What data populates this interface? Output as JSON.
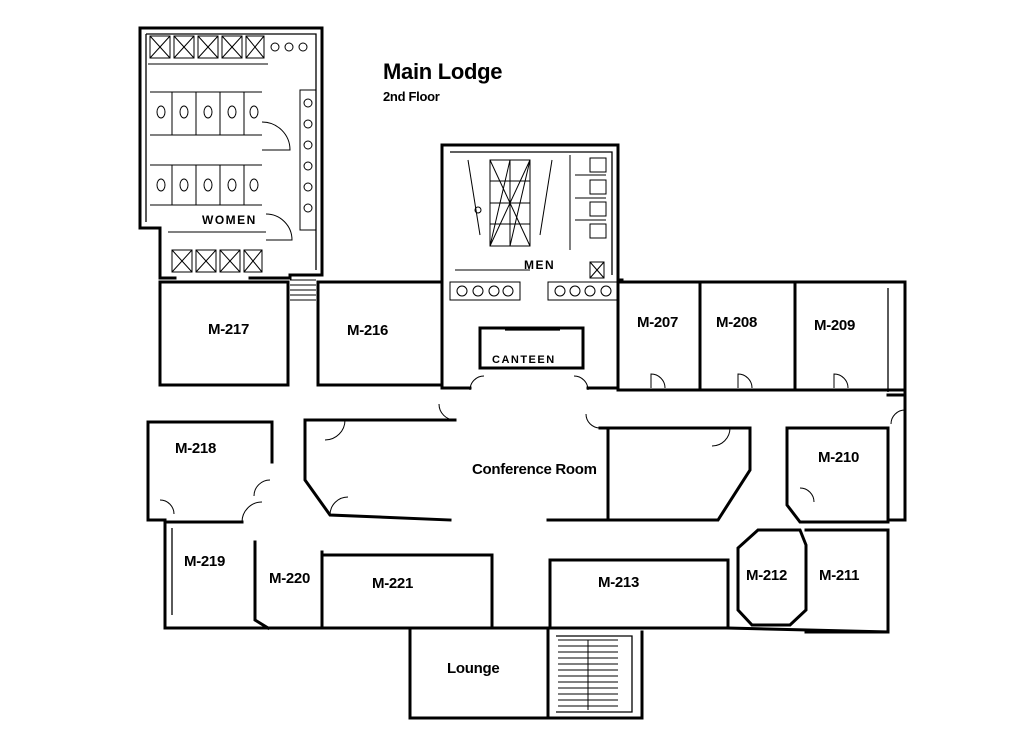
{
  "title": "Main Lodge",
  "subtitle": "2nd Floor",
  "areas": {
    "women": "WOMEN",
    "men": "MEN",
    "canteen": "CANTEEN",
    "conference": "Conference Room",
    "lounge": "Lounge"
  },
  "rooms": {
    "m207": "M-207",
    "m208": "M-208",
    "m209": "M-209",
    "m210": "M-210",
    "m211": "M-211",
    "m212": "M-212",
    "m213": "M-213",
    "m216": "M-216",
    "m217": "M-217",
    "m218": "M-218",
    "m219": "M-219",
    "m220": "M-220",
    "m221": "M-221"
  }
}
